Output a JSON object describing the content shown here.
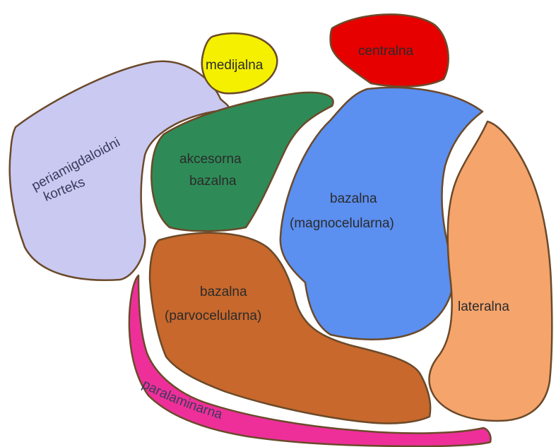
{
  "regions": {
    "medijalna": {
      "label": "medijalna",
      "color": "#f4f000"
    },
    "centralna": {
      "label": "centralna",
      "color": "#e60000"
    },
    "periamigdaloidni": {
      "line1": "periamigdaloidni",
      "line2": "korteks",
      "color": "#c9c9f2"
    },
    "akcesorna": {
      "line1": "akcesorna",
      "line2": "bazalna",
      "color": "#2e8b57"
    },
    "bazalna_magno": {
      "line1": "bazalna",
      "line2": "(magnocelularna)",
      "color": "#5b8ff0"
    },
    "bazalna_parvo": {
      "line1": "bazalna",
      "line2": "(parvocelularna)",
      "color": "#c8682c"
    },
    "lateralna": {
      "label": "lateralna",
      "color": "#f5a46c"
    },
    "paralaminarna": {
      "label": "paralaminarna",
      "color": "#ee2f9a"
    }
  }
}
